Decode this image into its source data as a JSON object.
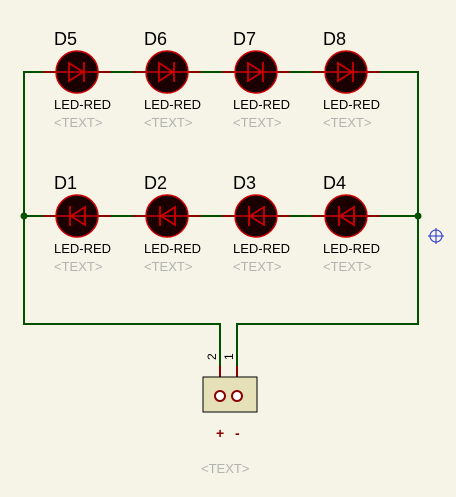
{
  "colors": {
    "background": "#f5f4e6",
    "wire": "#005000",
    "led_body": "#1a0000",
    "led_outline": "#cc0000",
    "lead": "#8b0000",
    "text": "#000000",
    "placeholder_text": "#b3b3b3",
    "connector_fill": "#e6e0b8",
    "connector_pin": "#8b0000",
    "cursor": "#2233cc"
  },
  "top_row": [
    {
      "ref": "D5",
      "value": "LED-RED",
      "text": "<TEXT>"
    },
    {
      "ref": "D6",
      "value": "LED-RED",
      "text": "<TEXT>"
    },
    {
      "ref": "D7",
      "value": "LED-RED",
      "text": "<TEXT>"
    },
    {
      "ref": "D8",
      "value": "LED-RED",
      "text": "<TEXT>"
    }
  ],
  "bottom_row": [
    {
      "ref": "D1",
      "value": "LED-RED",
      "text": "<TEXT>"
    },
    {
      "ref": "D2",
      "value": "LED-RED",
      "text": "<TEXT>"
    },
    {
      "ref": "D3",
      "value": "LED-RED",
      "text": "<TEXT>"
    },
    {
      "ref": "D4",
      "value": "LED-RED",
      "text": "<TEXT>"
    }
  ],
  "connector": {
    "pin_labels": [
      "2",
      "1"
    ],
    "polarity": [
      "+",
      "-"
    ],
    "text": "<TEXT>"
  },
  "cursor_icon": "crosshair-icon"
}
